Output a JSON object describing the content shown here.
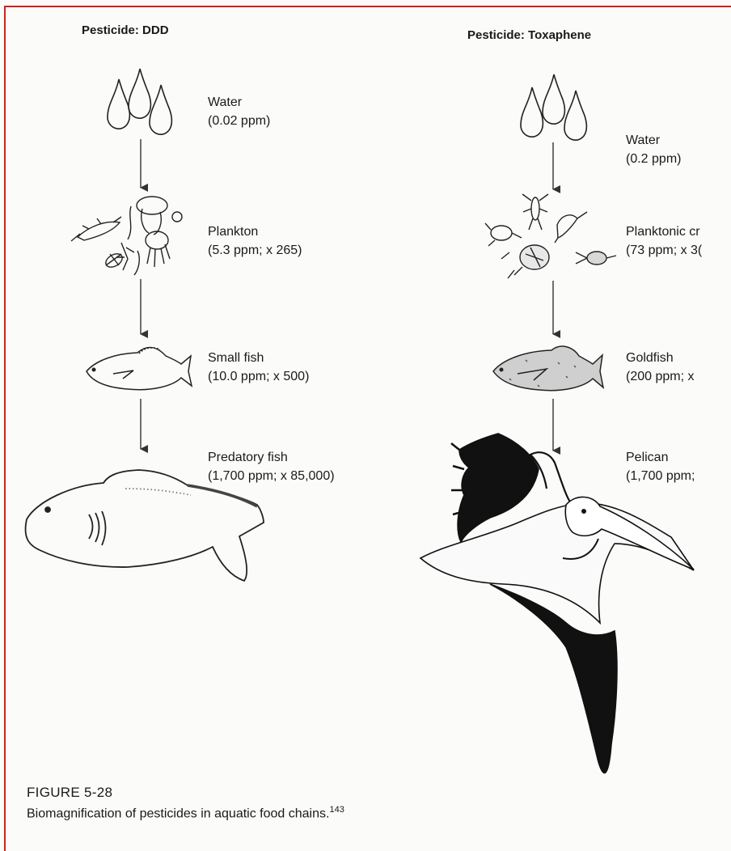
{
  "left_chain": {
    "heading": "Pesticide: DDD",
    "stages": [
      {
        "label": "Water",
        "value": "(0.02 ppm)"
      },
      {
        "label": "Plankton",
        "value": "(5.3 ppm; x 265)"
      },
      {
        "label": "Small fish",
        "value": "(10.0 ppm; x 500)"
      },
      {
        "label": "Predatory fish",
        "value": "(1,700 ppm; x 85,000)"
      }
    ]
  },
  "right_chain": {
    "heading": "Pesticide: Toxaphene",
    "stages": [
      {
        "label": "Water",
        "value": "(0.2 ppm)"
      },
      {
        "label": "Planktonic cr",
        "value": "(73 ppm; x 3("
      },
      {
        "label": "Goldfish",
        "value": "(200 ppm; x"
      },
      {
        "label": "Pelican",
        "value": "(1,700 ppm;"
      }
    ]
  },
  "figure": {
    "number": "FIGURE 5-28",
    "caption": "Biomagnification of pesticides in aquatic food chains.",
    "reference": "143"
  },
  "colors": {
    "border": "#d81e1e",
    "ink": "#1a1a1a",
    "paper": "#fbfbf9"
  }
}
